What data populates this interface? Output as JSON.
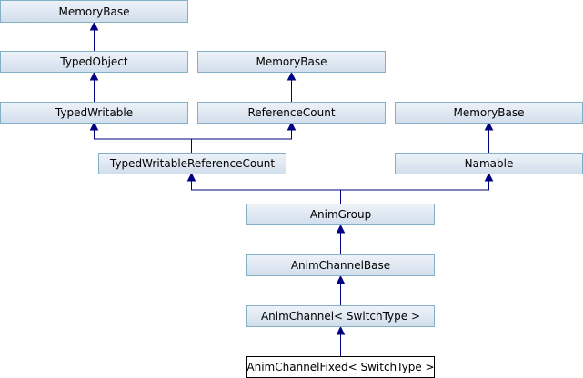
{
  "nodes": {
    "memorybase_1": "MemoryBase",
    "typedobject": "TypedObject",
    "memorybase_2": "MemoryBase",
    "typedwritable": "TypedWritable",
    "referencecount": "ReferenceCount",
    "memorybase_3": "MemoryBase",
    "typedwritablereferencecount": "TypedWritableReferenceCount",
    "namable": "Namable",
    "animgroup": "AnimGroup",
    "animchannelbase": "AnimChannelBase",
    "animchannel": "AnimChannel< SwitchType >",
    "animchannelfixed": "AnimChannelFixed< SwitchType >"
  },
  "colors": {
    "edge": "#000080",
    "node_border": "#84b0c7",
    "node_fill_top": "#eef3f8",
    "node_fill_bottom": "#d4dfee",
    "current_border": "#000000"
  }
}
